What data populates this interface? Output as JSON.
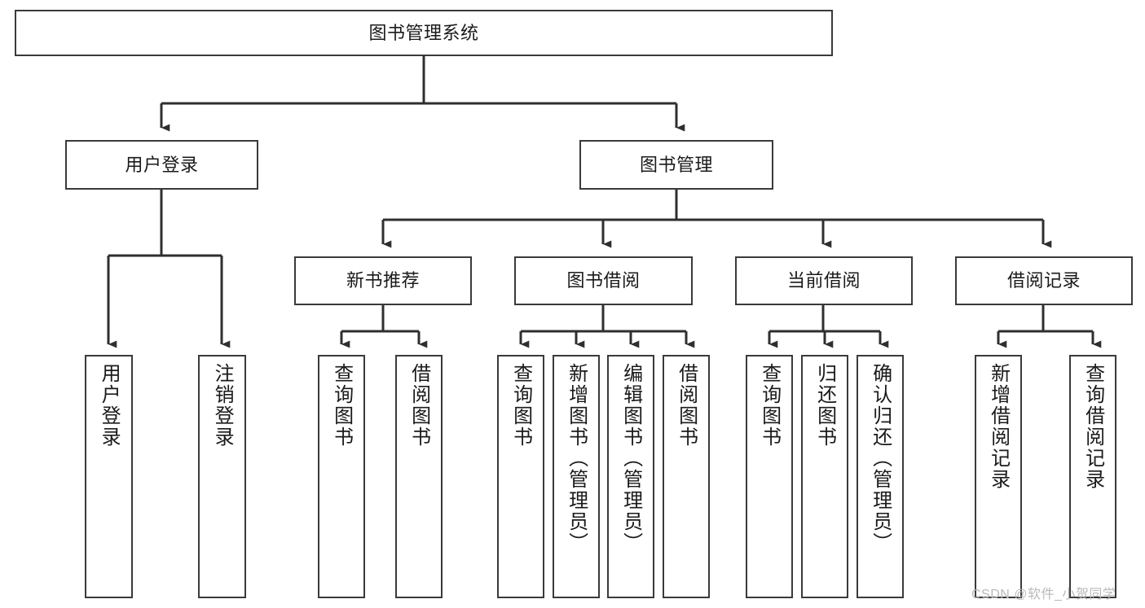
{
  "diagram": {
    "title": "图书管理系统",
    "type": "tree-hierarchy-chart",
    "colors": {
      "box_border": "#3a3a3a",
      "box_fill": "#ffffff",
      "edge": "#2f2f2f",
      "text": "#1a1a1a",
      "watermark": "#b9b9b9"
    },
    "nodes": {
      "root": {
        "label": "图书管理系统"
      },
      "level2": [
        {
          "id": "user-login",
          "label": "用户登录"
        },
        {
          "id": "book-management",
          "label": "图书管理"
        }
      ],
      "level3": [
        {
          "id": "new-book-recommend",
          "label": "新书推荐"
        },
        {
          "id": "book-borrow",
          "label": "图书借阅"
        },
        {
          "id": "current-borrow",
          "label": "当前借阅"
        },
        {
          "id": "borrow-record",
          "label": "借阅记录"
        }
      ],
      "leaves": {
        "user-login": [
          {
            "id": "leaf-user-login",
            "label": "用户登录"
          },
          {
            "id": "leaf-logout-login",
            "label": "注销登录"
          }
        ],
        "new-book-recommend": [
          {
            "id": "leaf-query-book-1",
            "label": "查询图书"
          },
          {
            "id": "leaf-borrow-book-1",
            "label": "借阅图书"
          }
        ],
        "book-borrow": [
          {
            "id": "leaf-query-book-2",
            "label": "查询图书"
          },
          {
            "id": "leaf-add-book-admin",
            "label": "新增图书（管理员）"
          },
          {
            "id": "leaf-edit-book-admin",
            "label": "编辑图书（管理员）"
          },
          {
            "id": "leaf-borrow-book-2",
            "label": "借阅图书"
          }
        ],
        "current-borrow": [
          {
            "id": "leaf-query-book-3",
            "label": "查询图书"
          },
          {
            "id": "leaf-return-book",
            "label": "归还图书"
          },
          {
            "id": "leaf-confirm-return-admin",
            "label": "确认归还（管理员）"
          }
        ],
        "borrow-record": [
          {
            "id": "leaf-add-borrow-record",
            "label": "新增借阅记录"
          },
          {
            "id": "leaf-query-borrow-record",
            "label": "查询借阅记录"
          }
        ]
      }
    },
    "watermark": "CSDN @软件_小贺同学"
  }
}
